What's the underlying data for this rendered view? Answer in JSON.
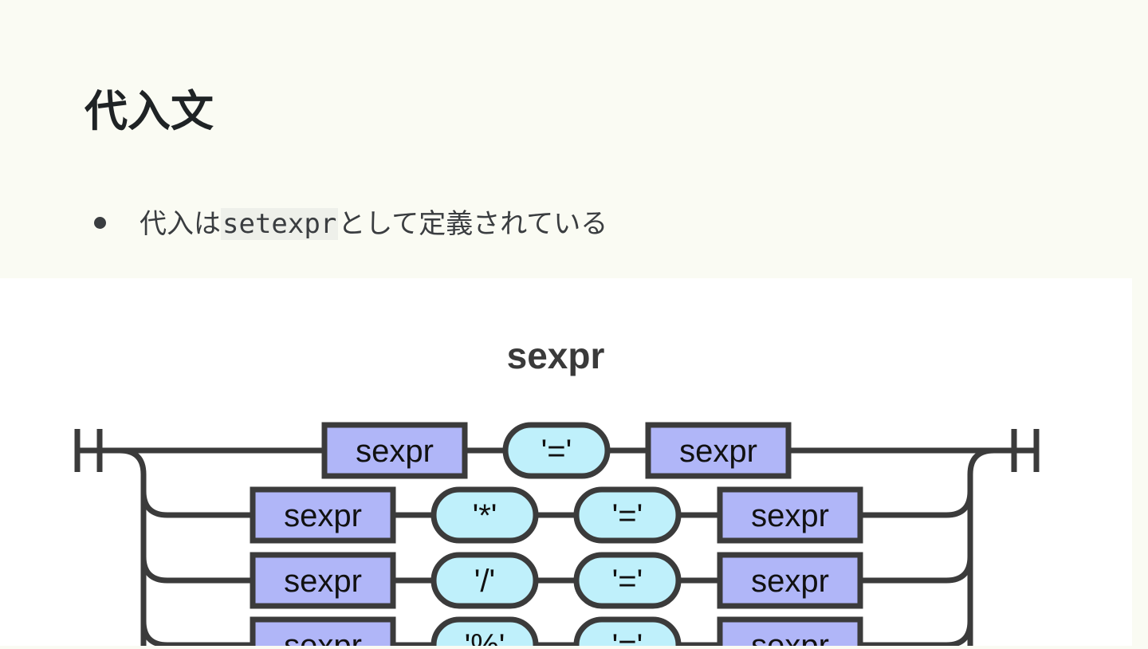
{
  "slide": {
    "title": "代入文",
    "bullet": {
      "before": "代入は",
      "code": "setexpr",
      "after": "として定義されている"
    }
  },
  "diagram": {
    "title": "sexpr",
    "rows": [
      {
        "items": [
          {
            "kind": "nonterminal",
            "label": "sexpr"
          },
          {
            "kind": "terminal",
            "label": "'='"
          },
          {
            "kind": "nonterminal",
            "label": "sexpr"
          }
        ]
      },
      {
        "items": [
          {
            "kind": "nonterminal",
            "label": "sexpr"
          },
          {
            "kind": "terminal",
            "label": "'*'"
          },
          {
            "kind": "terminal",
            "label": "'='"
          },
          {
            "kind": "nonterminal",
            "label": "sexpr"
          }
        ]
      },
      {
        "items": [
          {
            "kind": "nonterminal",
            "label": "sexpr"
          },
          {
            "kind": "terminal",
            "label": "'/'"
          },
          {
            "kind": "terminal",
            "label": "'='"
          },
          {
            "kind": "nonterminal",
            "label": "sexpr"
          }
        ]
      },
      {
        "items": [
          {
            "kind": "nonterminal",
            "label": "sexpr"
          },
          {
            "kind": "terminal",
            "label": "'%'"
          },
          {
            "kind": "terminal",
            "label": "'='"
          },
          {
            "kind": "nonterminal",
            "label": "sexpr"
          }
        ]
      }
    ],
    "colors": {
      "line": "#3b3b3b",
      "nonterminal_fill": "#b0b6f8",
      "terminal_fill": "#bff0fb",
      "text": "#111111",
      "title": "#3a3a3a"
    }
  }
}
